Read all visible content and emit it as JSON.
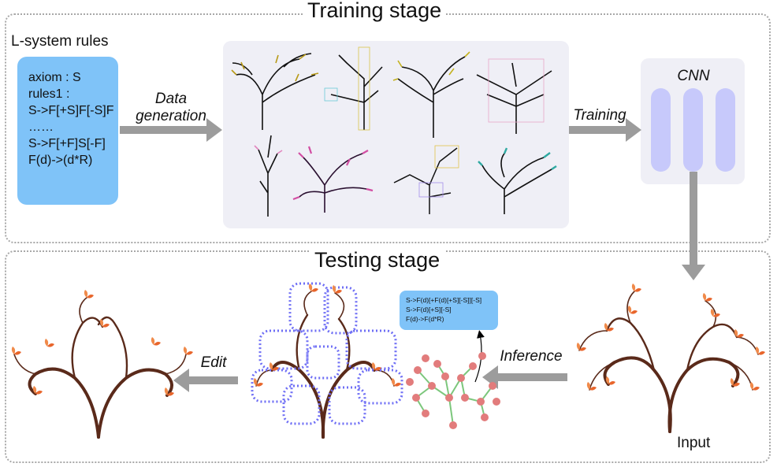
{
  "training": {
    "title": "Training stage",
    "lsystem_label": "L-system rules",
    "rules_lines": [
      "axiom : S",
      "rules1 :",
      "S->F[+S]F[-S]F",
      "……",
      "S->F[+F]S[-F]",
      "F(d)->(d*R)"
    ],
    "data_generation_line1": "Data",
    "data_generation_line2": "generation",
    "training_label": "Training",
    "cnn_label": "CNN"
  },
  "testing": {
    "title": "Testing stage",
    "edit_label": "Edit",
    "inference_label": "Inference",
    "input_label": "Input",
    "inferred_rules": [
      "S->F(d)[+F(d)[+S][-S]][-S]",
      "S->F(d)[+S][-S]",
      "F(d)->F(d*R)"
    ]
  },
  "colors": {
    "rule_box": "#7fc3f8",
    "arrow": "#9c9c9c",
    "cnn_bar": "#c7c9fb",
    "panel_bg": "#efeff6",
    "tree_trunk": "#5a2a1a",
    "leaf": "#e8652b",
    "dotted_box": "#6e6ef5",
    "graph_node": "#e27c7c",
    "graph_edge": "#7cc77c"
  }
}
